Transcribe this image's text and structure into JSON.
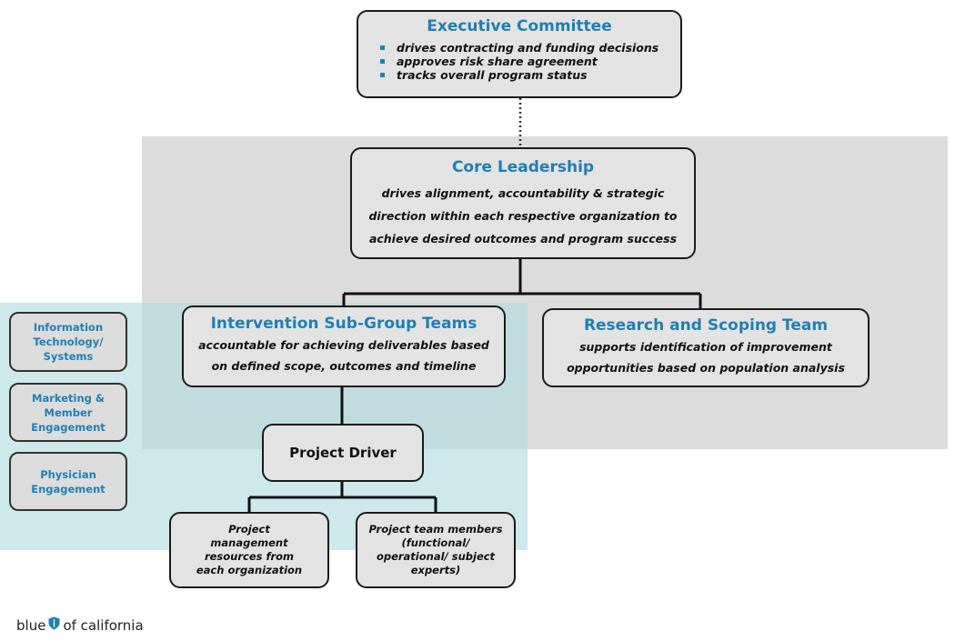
{
  "executive_committee": {
    "title": "Executive Committee",
    "bullets": [
      "drives contracting and funding decisions",
      "approves risk share agreement",
      "tracks overall program status"
    ]
  },
  "core_leadership": {
    "title": "Core Leadership",
    "lines": [
      "drives alignment, accountability & strategic",
      "direction within each respective organization to",
      "achieve desired outcomes and program success"
    ]
  },
  "intervention_teams": {
    "title": "Intervention Sub-Group Teams",
    "lines": [
      "accountable for achieving deliverables based",
      "on defined scope, outcomes and timeline"
    ]
  },
  "research_team": {
    "title": "Research and Scoping Team",
    "lines": [
      "supports identification of improvement",
      "opportunities based on population analysis"
    ]
  },
  "project_driver": {
    "label": "Project Driver"
  },
  "project_management": {
    "lines": [
      "Project",
      "management",
      "resources from",
      "each organization"
    ]
  },
  "project_team_members": {
    "lines": [
      "Project team members",
      "(functional/",
      "operational/  subject",
      "experts)"
    ]
  },
  "side_functions": [
    {
      "lines": [
        "Information",
        "Technology/",
        "Systems"
      ]
    },
    {
      "lines": [
        "Marketing &",
        "Member",
        "Engagement"
      ]
    },
    {
      "lines": [
        "Physician",
        "Engagement"
      ]
    }
  ],
  "logo": {
    "text_before": "blue",
    "text_after": "of california",
    "icon": "shield-icon"
  },
  "colors": {
    "title_blue": "#1f7fb3",
    "box_fill": "#e3e3e3",
    "gray_region": "#dcdcdc",
    "teal_region": "#afdcde"
  }
}
